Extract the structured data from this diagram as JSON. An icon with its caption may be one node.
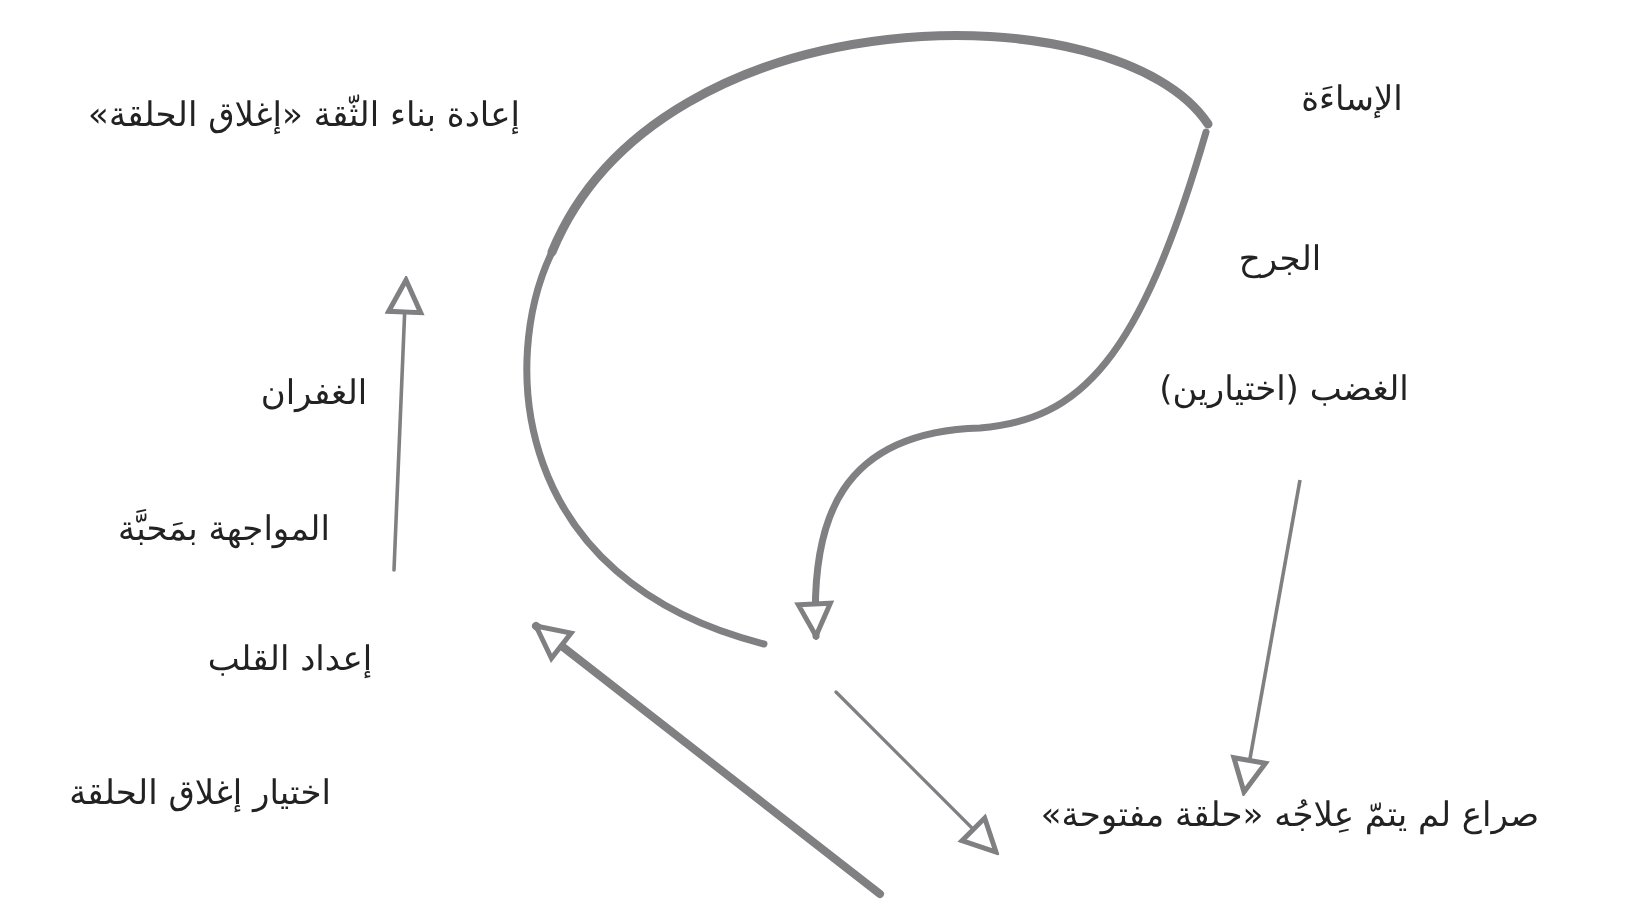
{
  "diagram": {
    "nodes": [
      {
        "text": [
          "إعادة بناء الثّقة «إغلاق الحلقة»"
        ]
      },
      {
        "text": [
          "الإساءَة"
        ]
      },
      {
        "text": [
          "الجرح"
        ]
      },
      {
        "text": [
          "الغضب (اختيارين)"
        ]
      },
      {
        "text": [
          "الغفران"
        ]
      },
      {
        "text": [
          "المواجهة بمَحبَّة"
        ]
      },
      {
        "text": [
          "إعداد القلب"
        ]
      },
      {
        "text": [
          "اختيار إغلاق الحلقة"
        ]
      },
      {
        "text": [
          "صراع لم يتمّ عِلاجُه «حلقة مفتوحة»"
        ]
      }
    ],
    "edges": [
      {
        "from": null,
        "to": 8,
        "arrow": "to"
      }
    ]
  }
}
